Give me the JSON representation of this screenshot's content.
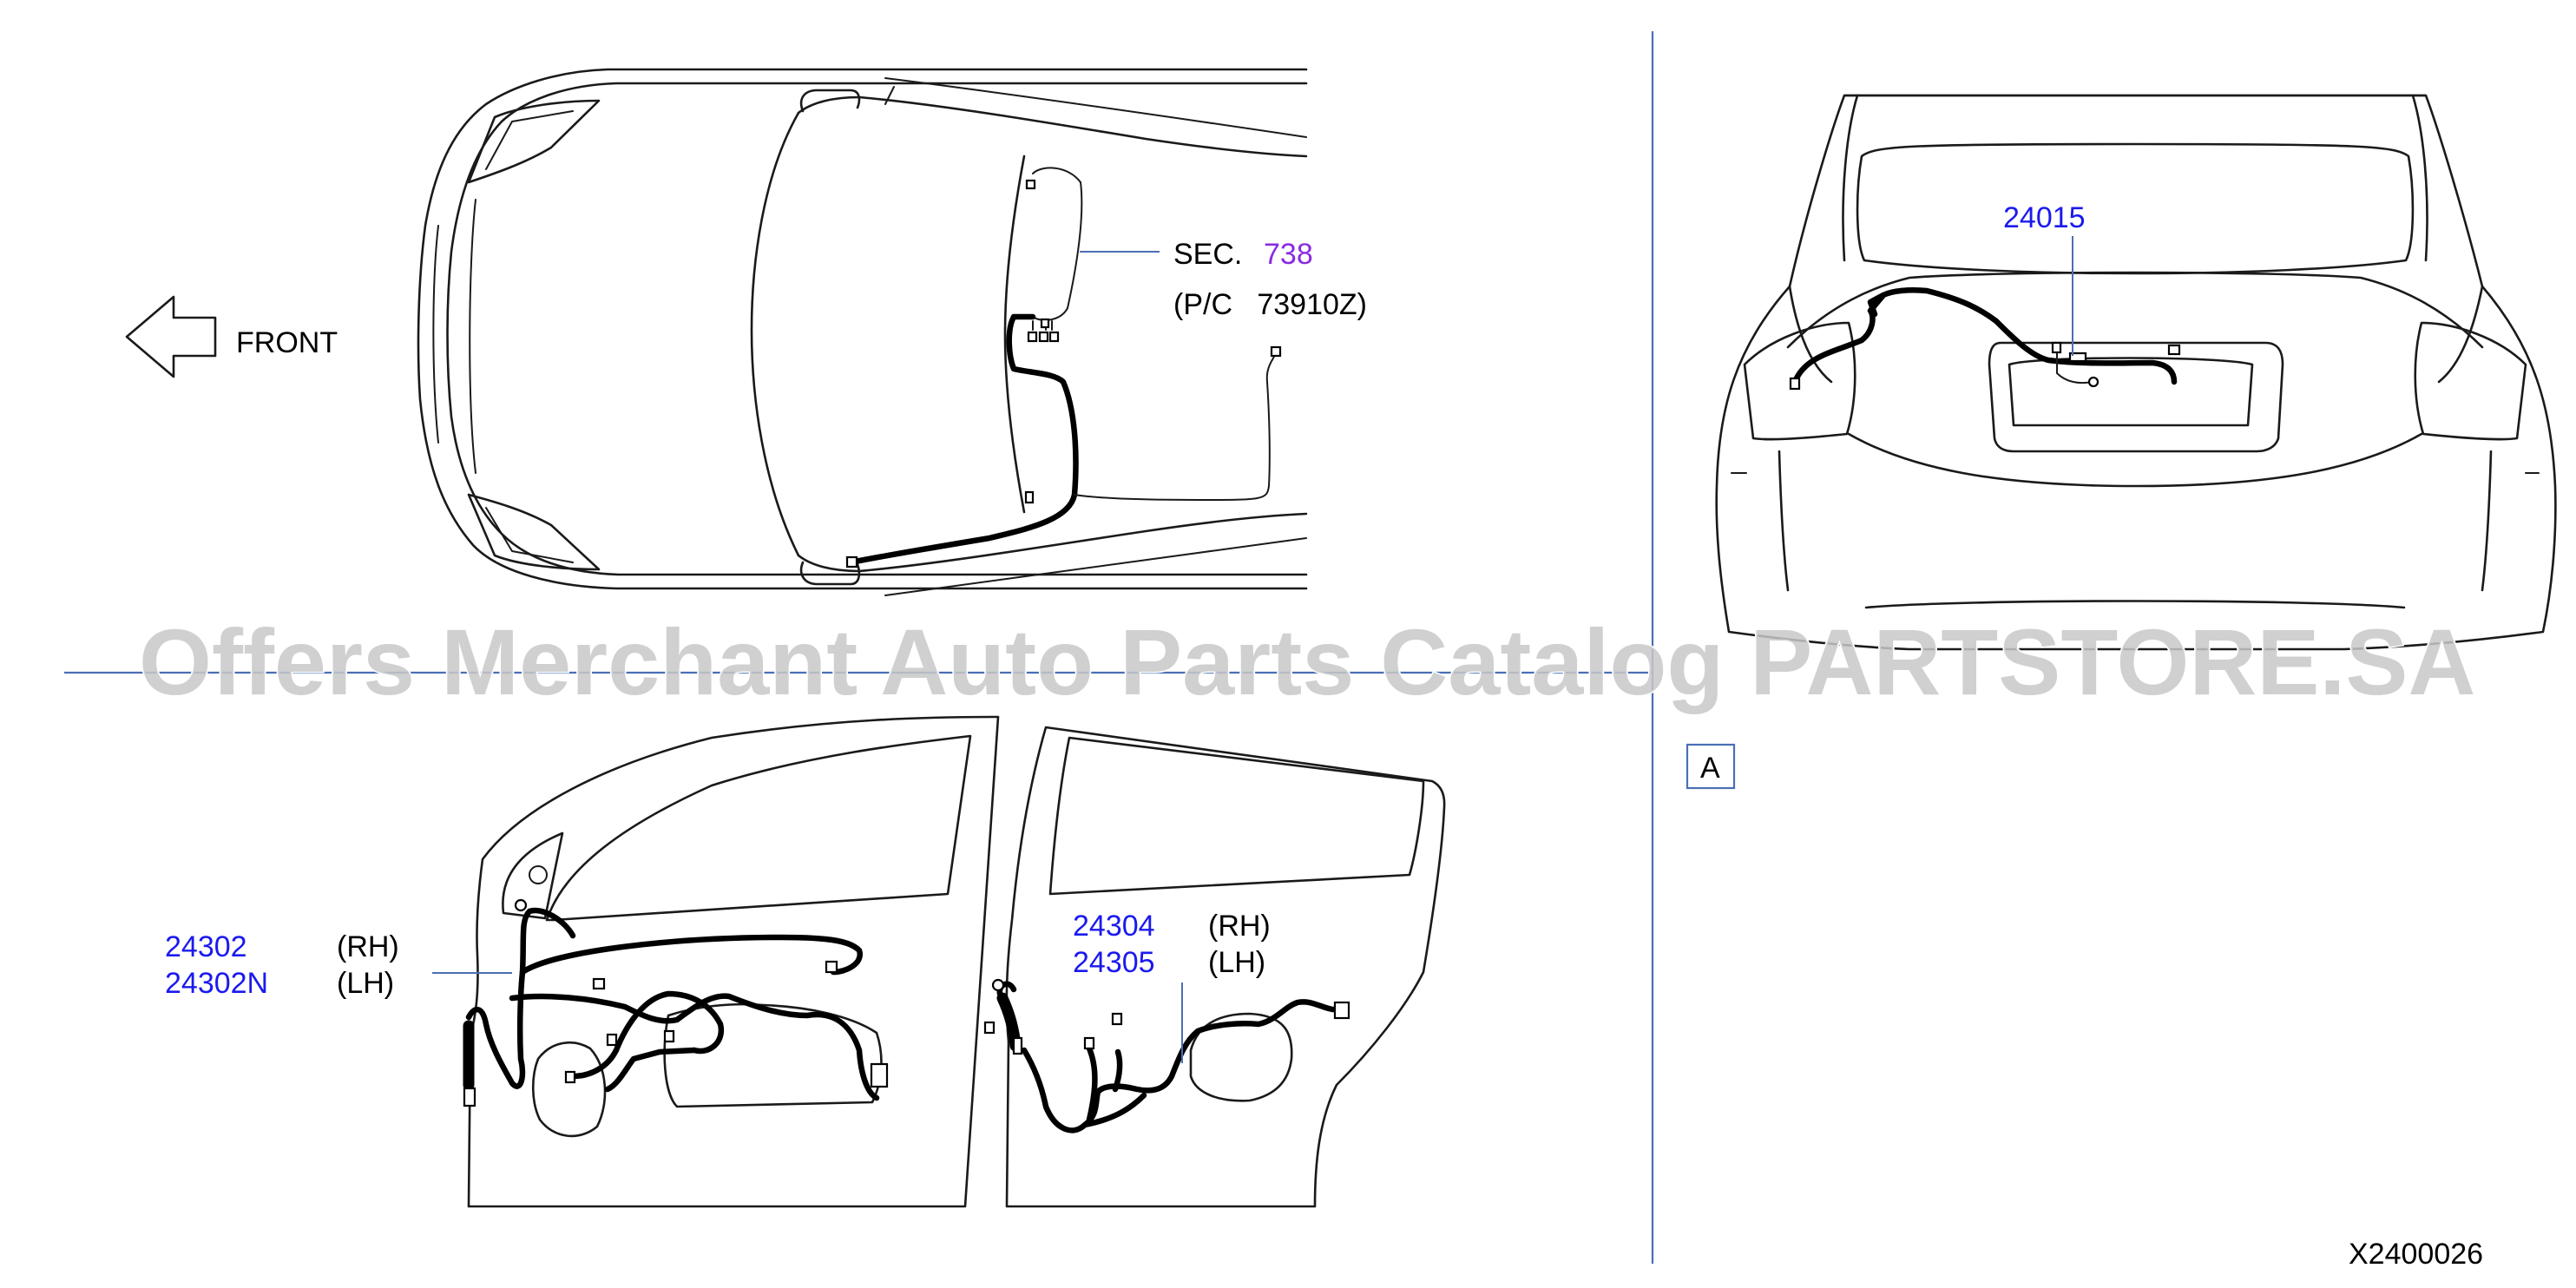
{
  "colors": {
    "part_number": "#1a1aee",
    "section_number": "#8a2be2",
    "separator": "#4a6fb5",
    "text": "#000000"
  },
  "front_label": "FRONT",
  "sec": {
    "prefix": "SEC.",
    "number": "738",
    "pc": "(P/C   73910Z)"
  },
  "callouts": [
    {
      "id": "24015",
      "side": ""
    },
    {
      "id": "24302",
      "side": "(RH)"
    },
    {
      "id": "24302N",
      "side": "(LH)"
    },
    {
      "id": "24304",
      "side": "(RH)"
    },
    {
      "id": "24305",
      "side": "(LH)"
    }
  ],
  "view_label": "A",
  "diagram_code": "X2400026",
  "watermark": "Offers Merchant Auto Parts Catalog PARTSTORE.SA"
}
